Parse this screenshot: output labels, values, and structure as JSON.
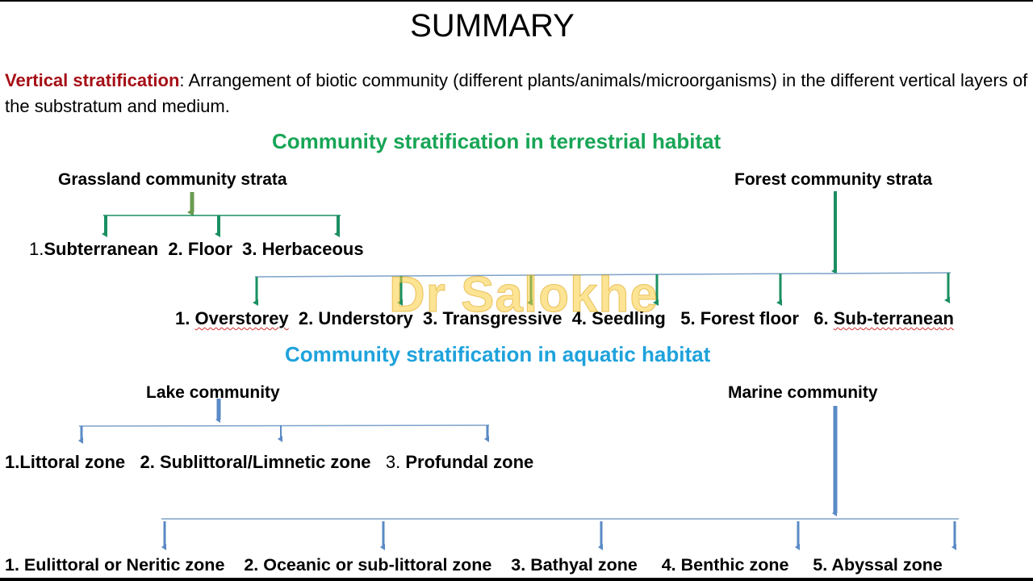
{
  "slide": {
    "title": "SUMMARY",
    "definition": {
      "term": "Vertical stratification",
      "separator": ":",
      "text": " Arrangement of biotic community (different plants/animals/microorganisms) in the different vertical  layers of the substratum and medium."
    },
    "watermark": "Dr Salokhe",
    "colors": {
      "term": "#a50f15",
      "terrestrial_heading": "#18a556",
      "aquatic_heading": "#1ea2dc",
      "terrestrial_arrows": "#1a8f62",
      "aquatic_arrows": "#5a8ac6",
      "watermark": "#facd3c"
    }
  },
  "terrestrial": {
    "heading": "Community stratification in terrestrial habitat",
    "grassland": {
      "label": "Grassland community strata",
      "strata": [
        {
          "num": "1.",
          "name": "Subterranean"
        },
        {
          "num": "2.",
          "name": "Floor"
        },
        {
          "num": "3.",
          "name": "Herbaceous"
        }
      ]
    },
    "forest": {
      "label": "Forest community strata",
      "strata": [
        {
          "num": "1.",
          "name": "Overstorey"
        },
        {
          "num": "2.",
          "name": "Understory"
        },
        {
          "num": "3.",
          "name": "Transgressive"
        },
        {
          "num": "4.",
          "name": "Seedling"
        },
        {
          "num": "5.",
          "name": "Forest floor"
        },
        {
          "num": "6.",
          "name": "Sub-terranean"
        }
      ]
    }
  },
  "aquatic": {
    "heading": "Community stratification in aquatic habitat",
    "lake": {
      "label": "Lake community",
      "zones": [
        {
          "num": "1.",
          "name": "Littoral zone"
        },
        {
          "num": "2.",
          "name": "Sublittoral/Limnetic zone"
        },
        {
          "num": "3.",
          "name": "Profundal zone"
        }
      ]
    },
    "marine": {
      "label": "Marine community",
      "zones": [
        {
          "num": "1.",
          "name": "Eulittoral or Neritic zone"
        },
        {
          "num": "2.",
          "name": "Oceanic or sub-littoral zone"
        },
        {
          "num": "3.",
          "name": "Bathyal zone"
        },
        {
          "num": "4.",
          "name": "Benthic zone"
        },
        {
          "num": "5.",
          "name": "Abyssal zone"
        }
      ]
    }
  }
}
